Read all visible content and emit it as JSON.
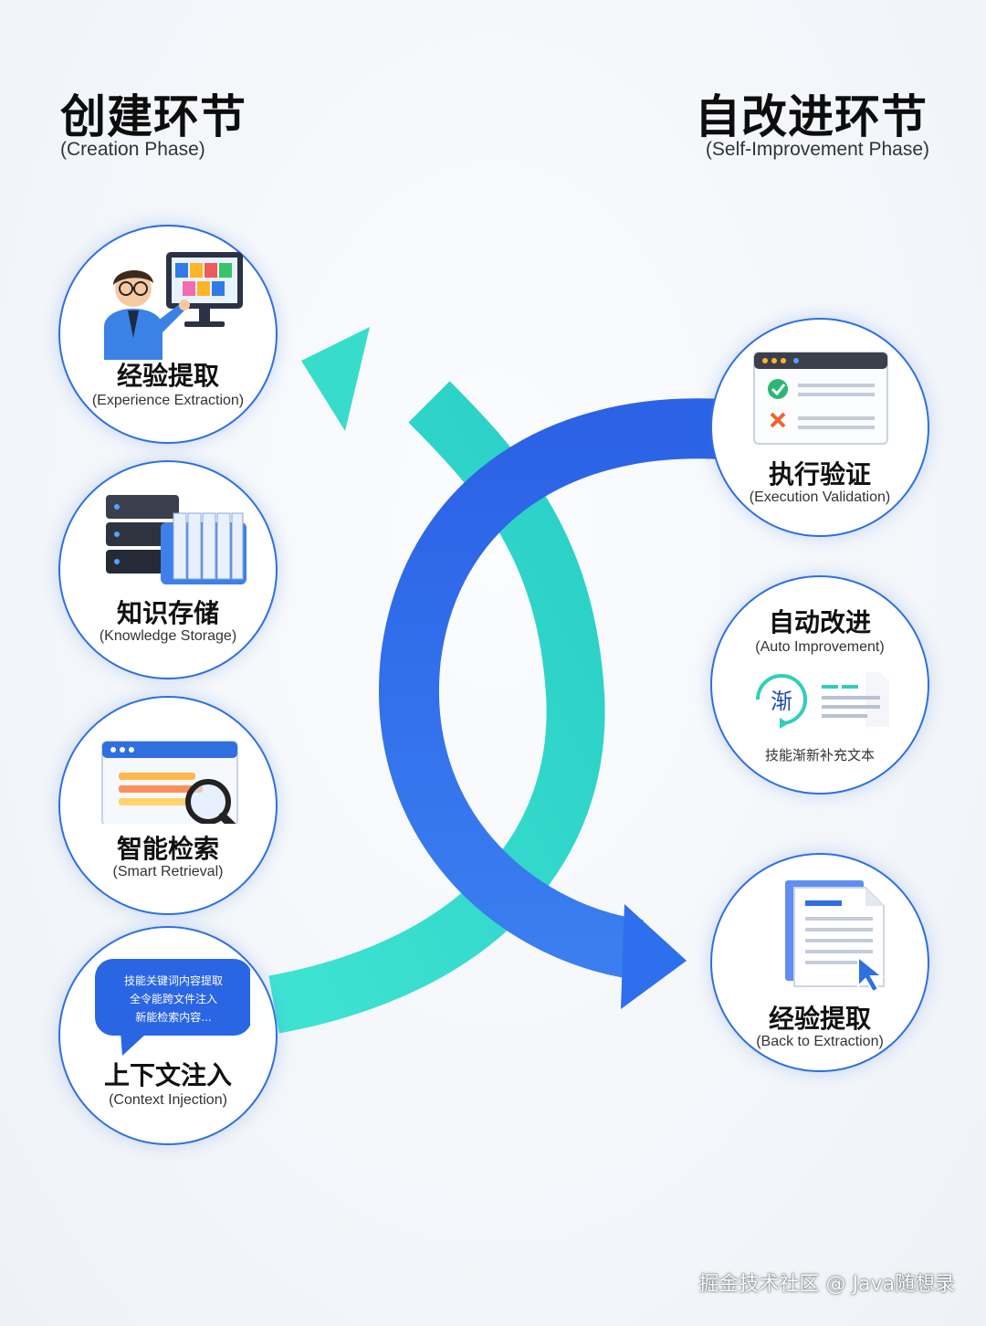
{
  "left_phase": {
    "title": "创建环节",
    "subtitle": "(Creation Phase)"
  },
  "right_phase": {
    "title": "自改进环节",
    "subtitle": "(Self-Improvement Phase)"
  },
  "creation_steps": [
    {
      "cn": "经验提取",
      "en": "(Experience Extraction)",
      "icon": "presenter-monitor-icon"
    },
    {
      "cn": "知识存储",
      "en": "(Knowledge Storage)",
      "icon": "server-folders-icon"
    },
    {
      "cn": "智能检索",
      "en": "(Smart Retrieval)",
      "icon": "browser-magnifier-icon"
    },
    {
      "cn": "上下文注入",
      "en": "(Context Injection)",
      "icon": "speech-bubble-icon",
      "bubble_lines": [
        "技能关键词内容提取",
        "全令能跨文件注入",
        "新能检索内容..."
      ]
    }
  ],
  "improvement_steps": [
    {
      "cn": "执行验证",
      "en": "(Execution Validation)",
      "icon": "checklist-window-icon"
    },
    {
      "cn": "自动改进",
      "en": "(Auto Improvement)",
      "icon": "refresh-document-icon",
      "badge": "渐",
      "caption": "技能渐新补充文本"
    },
    {
      "cn": "经验提取",
      "en": "(Back to Extraction)",
      "icon": "document-cursor-icon"
    }
  ],
  "colors": {
    "teal": "#2fd9c9",
    "blue": "#2a6ae8",
    "border": "#2f6fe0"
  },
  "watermark": "掘金技术社区 @ Java随想录"
}
